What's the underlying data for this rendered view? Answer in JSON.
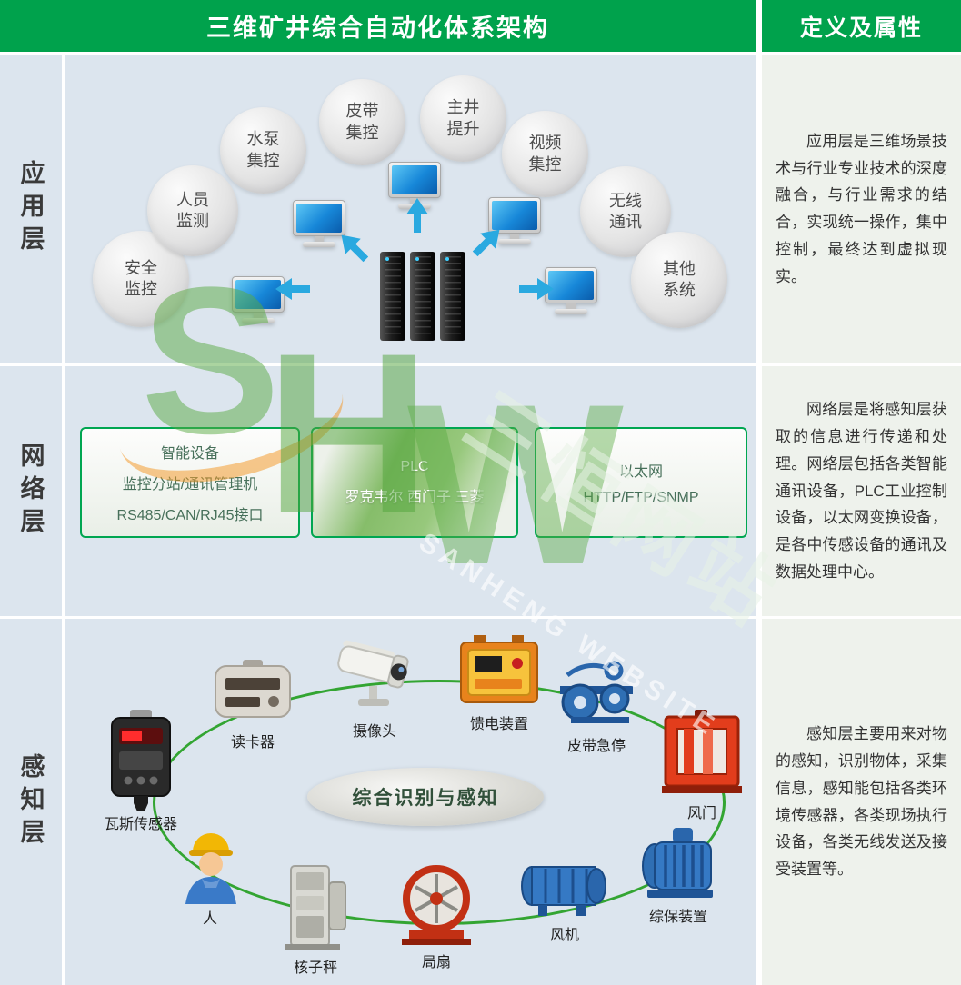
{
  "header": {
    "title": "三维矿井综合自动化体系架构",
    "right_title": "定义及属性"
  },
  "watermark": {
    "letters": [
      "S",
      "H",
      "W"
    ],
    "cn": "三恒网站",
    "en": "SANHENG WEBSITE"
  },
  "colors": {
    "header_green": "#00a24c",
    "box_border_green": "#00a651",
    "row_background": "#dce5ee",
    "right_column_background": "#eef2ec",
    "arrow_blue": "#2aa9e0",
    "ring_green": "#33a532"
  },
  "layers": {
    "application": {
      "label": "应用层",
      "bubbles": [
        "安全监控",
        "人员监测",
        "水泵集控",
        "皮带集控",
        "主井提升",
        "视频集控",
        "无线通讯",
        "其他系统"
      ],
      "description": "应用层是三维场景技术与行业专业技术的深度融合，与行业需求的结合，实现统一操作，集中控制，最终达到虚拟现实。"
    },
    "network": {
      "label": "网络层",
      "boxes": [
        {
          "lines": [
            "智能设备",
            "监控分站/通讯管理机",
            "RS485/CAN/RJ45接口"
          ]
        },
        {
          "lines": [
            "PLC",
            "罗克韦尔 西门子 三菱"
          ]
        },
        {
          "lines": [
            "以太网",
            "HTTP/FTP/SNMP"
          ]
        }
      ],
      "description": "网络层是将感知层获取的信息进行传递和处理。网络层包括各类智能通讯设备，PLC工业控制设备，以太网变换设备，是各中传感设备的通讯及数据处理中心。"
    },
    "perception": {
      "label": "感知层",
      "center_label": "综合识别与感知",
      "devices": [
        "瓦斯传感器",
        "读卡器",
        "摄像头",
        "馈电装置",
        "皮带急停",
        "风门",
        "综保装置",
        "风机",
        "局扇",
        "核子秤",
        "人"
      ],
      "description": "感知层主要用来对物的感知，识别物体，采集信息，感知能包括各类环境传感器，各类现场执行设备，各类无线发送及接受装置等。"
    }
  }
}
